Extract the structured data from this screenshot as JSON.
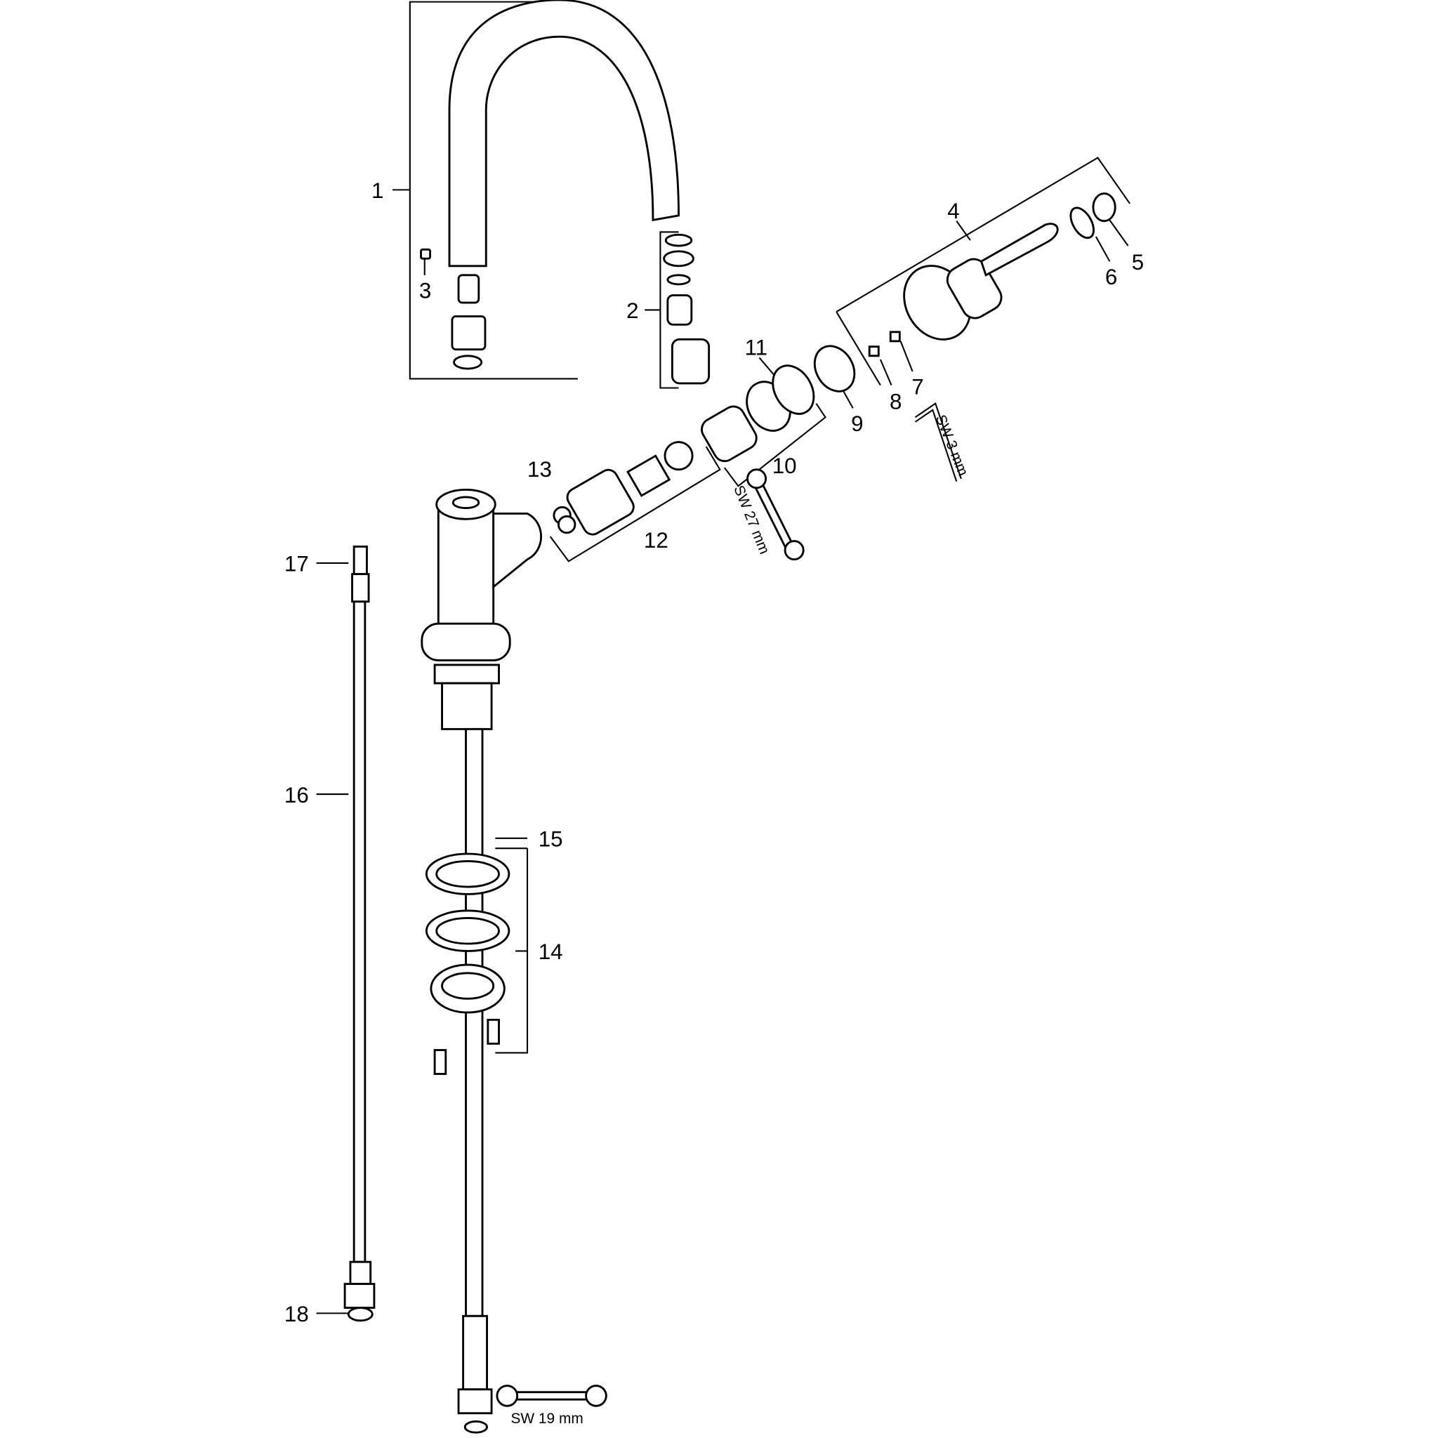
{
  "diagram": {
    "part_labels": [
      "1",
      "2",
      "3",
      "4",
      "5",
      "6",
      "7",
      "8",
      "9",
      "10",
      "11",
      "12",
      "13",
      "14",
      "15",
      "16",
      "17",
      "18"
    ],
    "tool_labels": {
      "wrench_27": "SW 27 mm",
      "hex_key_3": "SW 3 mm",
      "wrench_19": "SW 19 mm"
    },
    "line_color": "#000000",
    "background": "#ffffff"
  }
}
